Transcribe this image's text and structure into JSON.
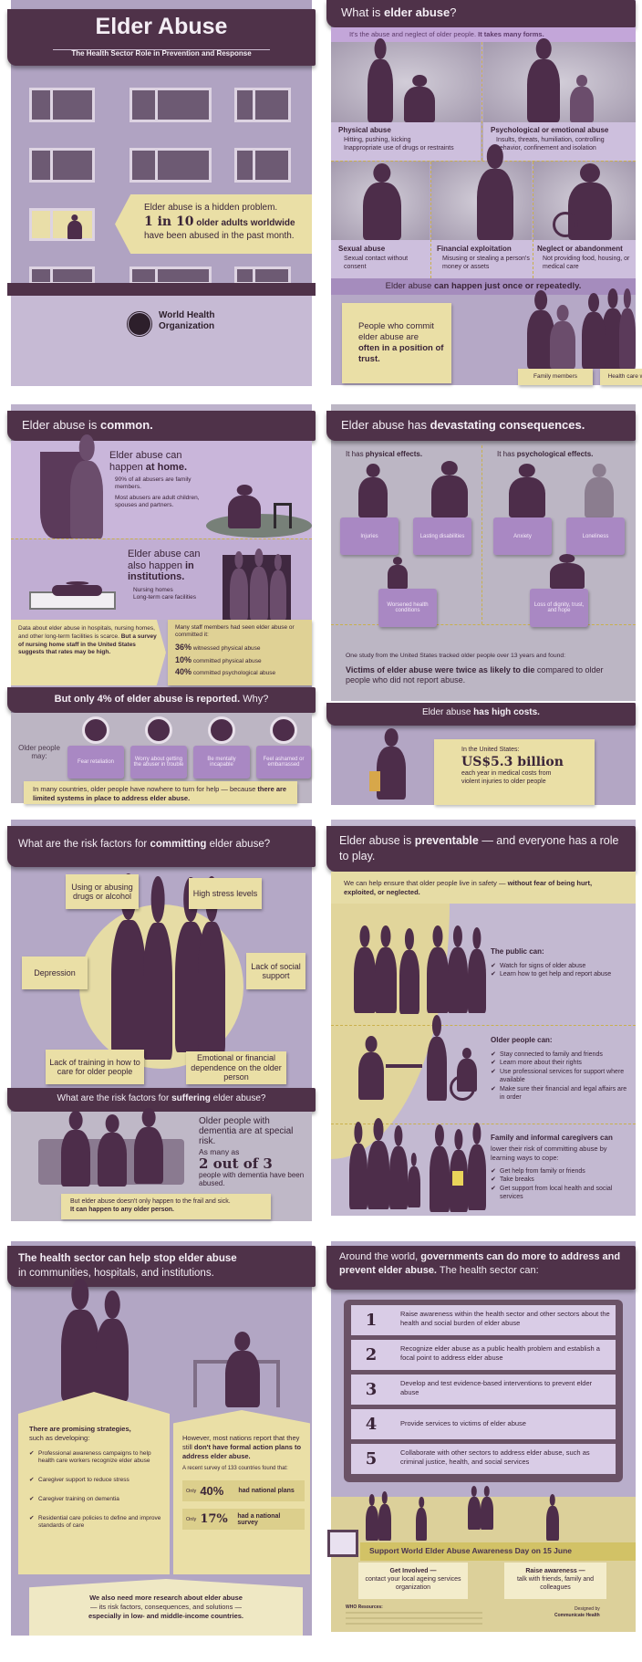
{
  "cover": {
    "title": "Elder Abuse",
    "subtitle": "The Health Sector Role in Prevention and Response",
    "callout_line1": "Elder abuse is a hidden problem.",
    "callout_stat": "1 in 10",
    "callout_stat_rest": "older adults worldwide",
    "callout_line3": "have been abused in the past month.",
    "org_name_line1": "World Health",
    "org_name_line2": "Organization"
  },
  "what_is": {
    "heading_plain": "What is ",
    "heading_bold": "elder abuse",
    "heading_end": "?",
    "intro_plain": "It's the abuse and neglect of older people. ",
    "intro_bold": "It takes many forms.",
    "forms": [
      {
        "title": "Physical abuse",
        "bullets": [
          "Hitting, pushing, kicking",
          "Inappropriate use of drugs or restraints"
        ]
      },
      {
        "title": "Psychological or emotional abuse",
        "bullets": [
          "Insults, threats, humiliation, controlling behavior, confinement and isolation"
        ]
      },
      {
        "title": "Sexual abuse",
        "bullets": [
          "Sexual contact without consent"
        ]
      },
      {
        "title": "Financial exploitation",
        "bullets": [
          "Misusing or stealing a person's money or assets"
        ]
      },
      {
        "title": "Neglect or abandonment",
        "bullets": [
          "Not providing food, housing, or medical care"
        ]
      }
    ],
    "repeat_plain": "Elder abuse ",
    "repeat_bold": "can happen just once or repeatedly.",
    "trust_plain": "People who commit elder abuse are",
    "trust_bold": "often in a position of trust.",
    "perpetrator_labels": [
      "Family members",
      "Health care workers"
    ]
  },
  "common": {
    "heading_plain": "Elder abuse is ",
    "heading_bold": "common.",
    "home_plain": "Elder abuse can happen ",
    "home_bold": "at home.",
    "home_bullets": [
      "90% of all abusers are family members.",
      "Most abusers are adult children, spouses and partners."
    ],
    "inst_plain": "Elder abuse can also happen ",
    "inst_bold": "in institutions.",
    "inst_bullets": [
      "Nursing homes",
      "Long-term care facilities"
    ],
    "data_plain": "Data about elder abuse in hospitals, nursing homes, and other long-term facilities is scarce. ",
    "data_bold": "But a survey of nursing home staff in the United States suggests that rates may be high.",
    "staff_intro": "Many staff members had seen elder abuse or committed it:",
    "staff_stats": [
      {
        "value": "36%",
        "label": "witnessed physical abuse"
      },
      {
        "value": "10%",
        "label": "committed physical abuse"
      },
      {
        "value": "40%",
        "label": "committed psychological abuse"
      }
    ],
    "reported_heading_bold": "But only 4% of elder abuse is reported.",
    "reported_heading_plain": " Why?",
    "older_people_may": "Older people may:",
    "reasons": [
      "Fear retaliation",
      "Worry about getting the abuser in trouble",
      "Be mentally incapable",
      "Feel ashamed or embarrassed"
    ],
    "note_plain": "In many countries, older people have nowhere to turn for help — because ",
    "note_bold": "there are limited systems in place to address elder abuse."
  },
  "consequences": {
    "heading_plain": "Elder abuse has ",
    "heading_bold": "devastating consequences.",
    "physical_plain": "It has ",
    "physical_bold": "physical effects.",
    "psych_plain": "It has ",
    "psych_bold": "psychological effects.",
    "physical_effects": [
      "Injuries",
      "Lasting disabilities",
      "Worsened health conditions"
    ],
    "psych_effects": [
      "Anxiety",
      "Loneliness",
      "Loss of dignity, trust, and hope"
    ],
    "study_intro": "One study from the United States tracked older people over 13 years and found:",
    "study_bold": "Victims of elder abuse were twice as likely to die",
    "study_rest": " compared to older people who did not report abuse.",
    "costs_heading_plain": "Elder abuse ",
    "costs_heading_bold": "has high costs.",
    "costs_region": "In the United States:",
    "costs_value": "US$5.3 billion",
    "costs_desc": "each year in medical costs from violent injuries to older people"
  },
  "risk": {
    "heading_plain": "What are the risk factors for ",
    "heading_bold": "committing",
    "heading_end": " elder abuse?",
    "factors": [
      "Using or abusing drugs or alcohol",
      "High stress levels",
      "Depression",
      "Lack of social support",
      "Lack of training in how to care for older people",
      "Emotional or financial dependence on the older person"
    ],
    "suffer_heading_plain": "What are the risk factors for ",
    "suffer_heading_bold": "suffering",
    "suffer_heading_end": " elder abuse?",
    "dementia_text": "Older people with dementia are at special risk.",
    "dementia_pre": "As many as",
    "dementia_stat": "2 out of 3",
    "dementia_post": "people with dementia have been abused.",
    "note_plain": "But elder abuse doesn't only happen to the frail and sick.",
    "note_bold": "It can happen to any older person."
  },
  "preventable": {
    "heading_plain1": "Elder abuse is ",
    "heading_bold": "preventable",
    "heading_plain2": " — and everyone has a role to play.",
    "intro_plain": "We can help ensure that older people live in safety — ",
    "intro_bold": "without fear of being hurt, exploited, or neglected.",
    "public_title": "The public can:",
    "public_items": [
      "Watch for signs of older abuse",
      "Learn how to get help and report abuse"
    ],
    "older_title": "Older people can:",
    "older_items": [
      "Stay connected to family and friends",
      "Learn more about their rights",
      "Use professional services for support where available",
      "Make sure their financial and legal affairs are in order"
    ],
    "family_title": "Family and informal caregivers can",
    "family_sub": "lower their risk of committing abuse by learning ways to cope:",
    "family_items": [
      "Get help from family or friends",
      "Take breaks",
      "Get support from local health and social services"
    ]
  },
  "health_sector": {
    "heading_bold": "The health sector can help stop elder abuse",
    "heading_plain": "in communities, hospitals, and institutions.",
    "strategies_title": "There are promising strategies,",
    "strategies_sub": "such as developing:",
    "strategies": [
      "Professional awareness campaigns to help health care workers recognize elder abuse",
      "Caregiver support to reduce stress",
      "Caregiver training on dementia",
      "Residential care policies to define and improve standards of care"
    ],
    "nations_plain": "However, most nations report that they still ",
    "nations_bold": "don't have formal action plans to address elder abuse.",
    "survey_intro": "A recent survey of 133 countries found that:",
    "survey_stats": [
      {
        "prefix": "Only",
        "value": "40%",
        "label": "had national plans"
      },
      {
        "prefix": "Only",
        "value": "17%",
        "label": "had a national survey"
      }
    ],
    "research_bold1": "We also need more research about elder abuse",
    "research_plain": "— its risk factors, consequences, and solutions —",
    "research_bold2": "especially in low- and middle-income countries."
  },
  "governments": {
    "heading_plain1": "Around the world, ",
    "heading_bold": "governments can do more to address and prevent elder abuse.",
    "heading_plain2": " The health sector can:",
    "actions": [
      {
        "num": "1",
        "text": "Raise awareness within the health sector and other sectors about the health and social burden of elder abuse"
      },
      {
        "num": "2",
        "text": "Recognize elder abuse as a public health problem and establish a focal point to address elder abuse"
      },
      {
        "num": "3",
        "text": "Develop and test evidence-based interventions to prevent elder abuse"
      },
      {
        "num": "4",
        "text": "Provide services to victims of elder abuse"
      },
      {
        "num": "5",
        "text": "Collaborate with other sectors to address elder abuse, such as criminal justice, health, and social services"
      }
    ],
    "awareness_day": "Support World Elder Abuse Awareness Day on 15 June",
    "get_involved_bold": "Get Involved —",
    "get_involved_text": "contact your local ageing services organization",
    "raise_bold": "Raise awareness —",
    "raise_text": "talk with friends, family and colleagues",
    "resources_title": "WHO Resources:",
    "designed_by": "Designed by",
    "designer": "Communicate Health"
  },
  "colors": {
    "header": "#4f3249",
    "panel": "#b7aac8",
    "accent_yellow": "#eadfa6",
    "text": "#3a2438",
    "silhouette": "#4d2d4a"
  }
}
